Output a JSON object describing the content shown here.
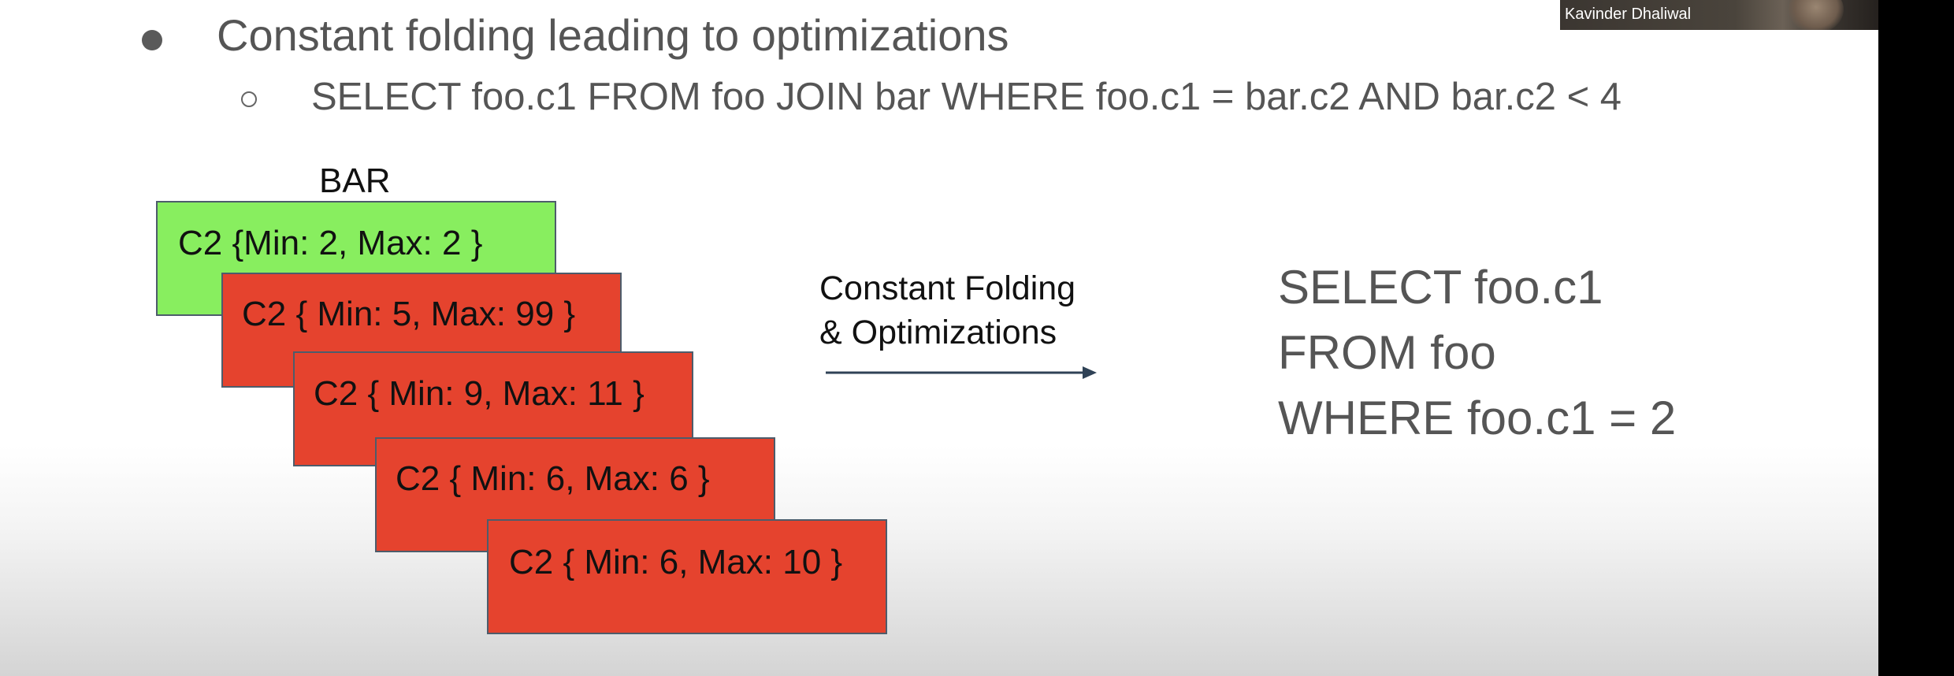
{
  "slide": {
    "bullet": "Constant folding leading to optimizations",
    "sub_bullet": "SELECT foo.c1 FROM foo JOIN bar WHERE foo.c1 = bar.c2 AND bar.c2 < 4",
    "table_name": "BAR",
    "blocks": [
      {
        "label": "C2 {Min: 2, Max: 2 }",
        "color": "#88ee5f"
      },
      {
        "label": "C2 { Min: 5, Max: 99 }",
        "color": "#e5432e"
      },
      {
        "label": "C2 { Min: 9, Max: 11 }",
        "color": "#e5432e"
      },
      {
        "label": "C2 { Min: 6, Max: 6 }",
        "color": "#e5432e"
      },
      {
        "label": "C2 { Min: 6, Max: 10 }",
        "color": "#e5432e"
      }
    ],
    "arrow_caption": [
      "Constant Folding",
      "& Optimizations"
    ],
    "result_query": [
      "SELECT foo.c1",
      "FROM foo",
      "WHERE foo.c1 = 2"
    ]
  },
  "participant": {
    "name": "Kavinder Dhaliwal"
  },
  "colors": {
    "pruned_block": "#e5432e",
    "kept_block": "#88ee5f",
    "block_border": "#4d5c6b",
    "arrow": "#2f4256"
  },
  "icons": [
    "bullet-dot-icon",
    "hollow-circle-icon",
    "arrow-right-icon"
  ]
}
